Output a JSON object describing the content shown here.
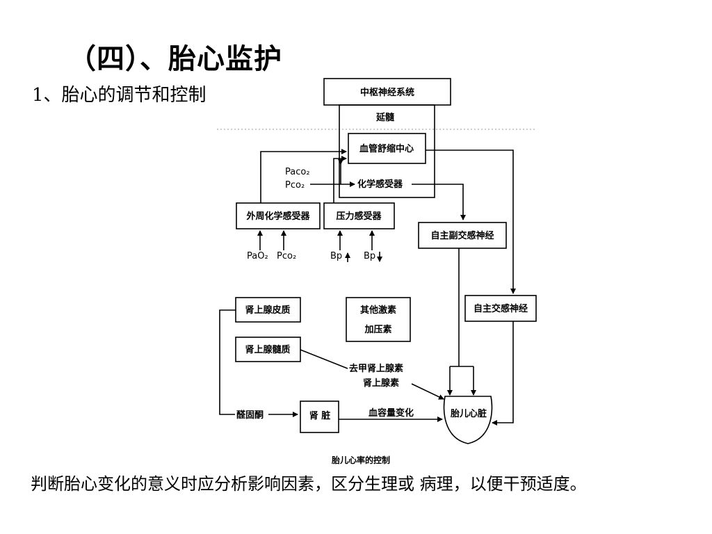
{
  "slide": {
    "title": "（四）、胎心监护",
    "subtitle": "1、胎心的调节和控制",
    "footer": "判断胎心变化的意义时应分析影响因素，区分生理或 病理，以便干预适度。"
  },
  "diagram": {
    "cns": "中枢神经系统",
    "medulla": "延髓",
    "vasomotor": "血管舒缩中心",
    "paco2": "Paco₂",
    "pco2_top": "Pco₂",
    "chemoreceptor": "化学感受器",
    "peripheral_chemo": "外周化学感受器",
    "baroreceptor": "压力感受器",
    "parasympathetic": "自主副交感神经",
    "pao2": "PaO₂",
    "pco2_bottom": "Pco₂",
    "bp_up": "Bp",
    "bp_down": "Bp",
    "adrenal_cortex": "肾上腺皮质",
    "adrenal_medulla": "肾上腺髓质",
    "other_hormones": "其他激素",
    "vasopressin": "加压素",
    "sympathetic": "自主交感神经",
    "norepinephrine": "去甲肾上腺素",
    "epinephrine": "肾上腺素",
    "aldosterone": "醛固酮",
    "kidney": "肾  脏",
    "blood_volume": "血容量变化",
    "fetal_heart": "胎儿心脏",
    "caption": "胎儿心率的控制"
  }
}
